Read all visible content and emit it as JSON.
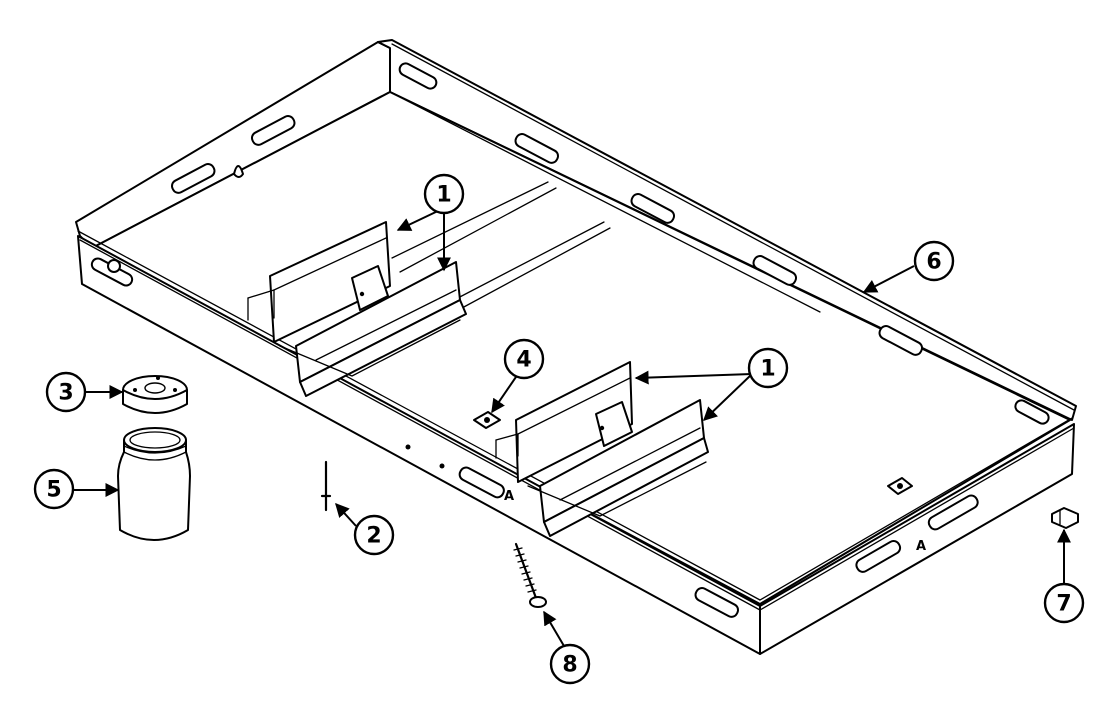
{
  "callouts": {
    "c1a": "1",
    "c1b": "1",
    "c2": "2",
    "c3": "3",
    "c4": "4",
    "c5": "5",
    "c6": "6",
    "c7": "7",
    "c8": "8"
  },
  "stamps": {
    "front": "A",
    "right": "A"
  },
  "colors": {
    "line": "#000000",
    "background": "#ffffff"
  }
}
